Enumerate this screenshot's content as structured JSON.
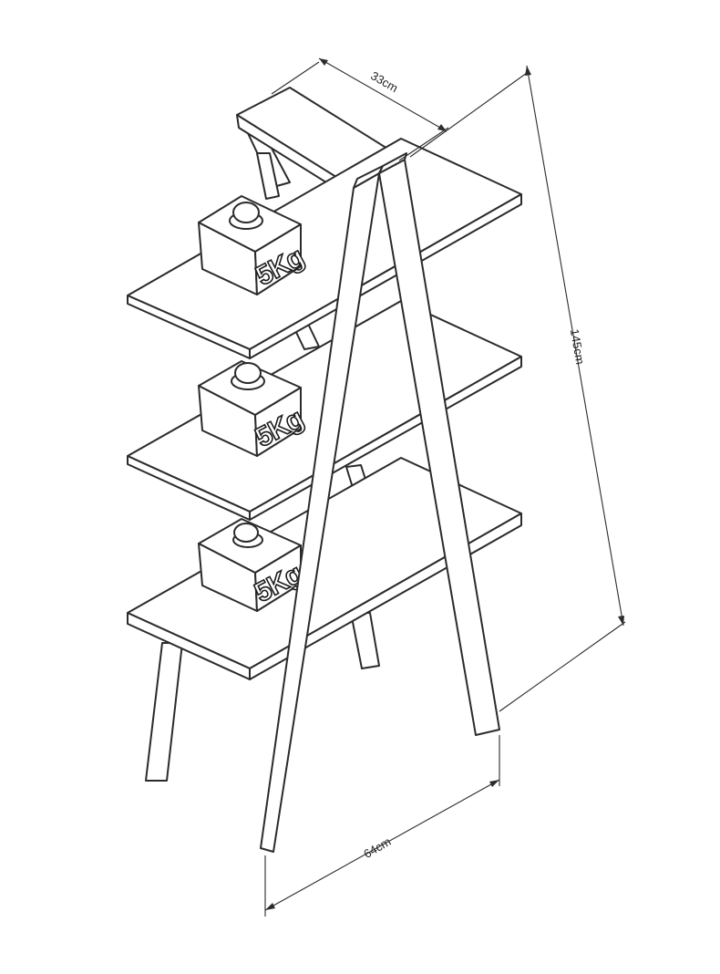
{
  "dimensions": {
    "depth": "33cm",
    "height": "145cm",
    "width": "64cm"
  },
  "weights": [
    {
      "label": "5Kg"
    },
    {
      "label": "5Kg"
    },
    {
      "label": "5Kg"
    }
  ]
}
